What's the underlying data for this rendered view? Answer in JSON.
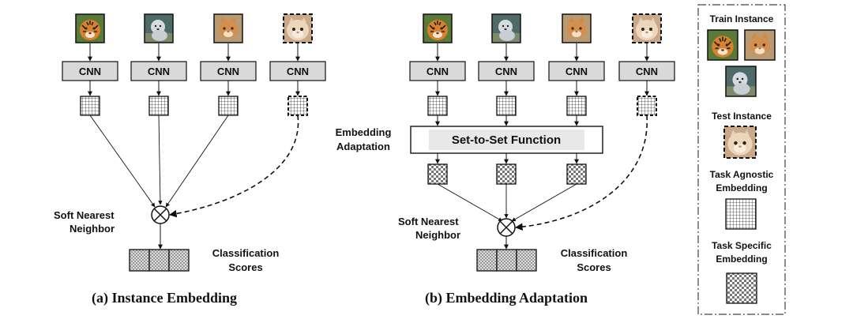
{
  "panel_a": {
    "cnn_label": "CNN",
    "snn_label_line1": "Soft Nearest",
    "snn_label_line2": "Neighbor",
    "scores_label_line1": "Classification",
    "scores_label_line2": "Scores",
    "caption": "(a) Instance Embedding",
    "images": [
      "tiger",
      "white-dog",
      "orange-cat",
      "fluffy-cat-test"
    ]
  },
  "panel_b": {
    "cnn_label": "CNN",
    "adaptation_label_line1": "Embedding",
    "adaptation_label_line2": "Adaptation",
    "set_function_label": "Set-to-Set Function",
    "snn_label_line1": "Soft Nearest",
    "snn_label_line2": "Neighbor",
    "scores_label_line1": "Classification",
    "scores_label_line2": "Scores",
    "caption": "(b) Embedding Adaptation",
    "images": [
      "tiger",
      "white-dog",
      "orange-cat",
      "fluffy-cat-test"
    ]
  },
  "legend": {
    "train_title": "Train Instance",
    "test_title": "Test Instance",
    "agnostic_line1": "Task Agnostic",
    "agnostic_line2": "Embedding",
    "specific_line1": "Task Specific",
    "specific_line2": "Embedding"
  },
  "colors": {
    "cnn_fill": "#d9d9d9",
    "stroke": "#111111",
    "tiger": "#c8742c",
    "white_dog": "#8fa1ad",
    "orange_cat": "#c98b52",
    "fluffy_cat": "#e2c3a0"
  }
}
